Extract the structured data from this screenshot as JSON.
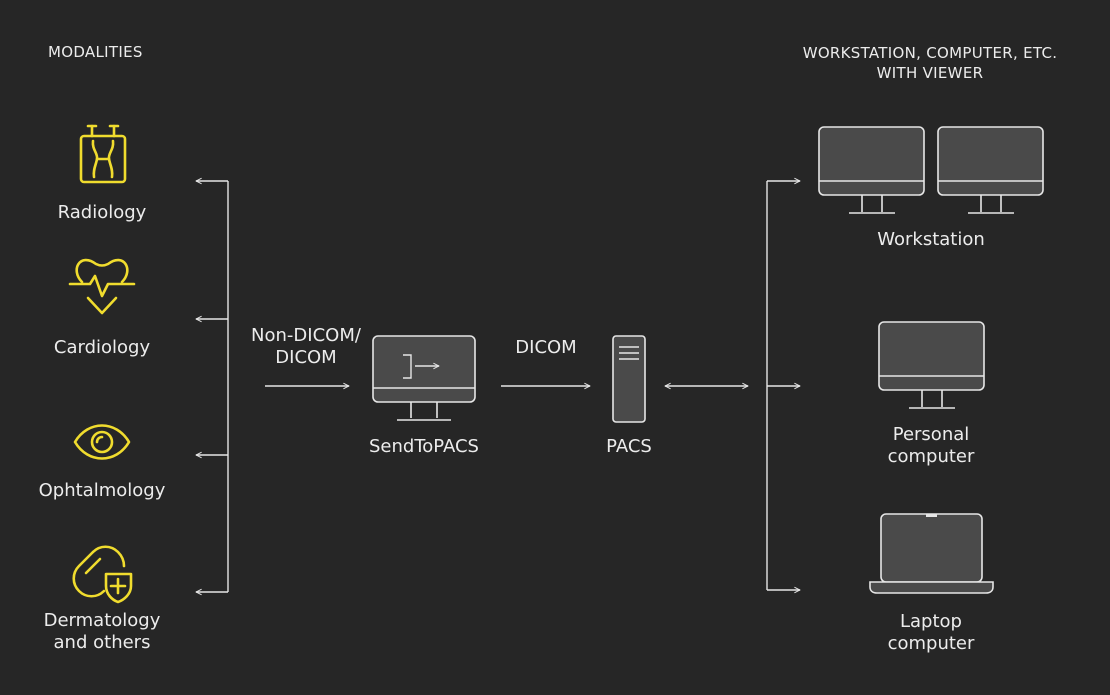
{
  "headers": {
    "modalities": "MODALITIES",
    "viewer": "WORKSTATION, COMPUTER, ETC.\nWITH VIEWER"
  },
  "modalities": [
    {
      "label": "Radiology",
      "icon": "radiology-icon"
    },
    {
      "label": "Cardiology",
      "icon": "cardiology-icon"
    },
    {
      "label": "Ophtalmology",
      "icon": "ophthalmology-icon"
    },
    {
      "label": "Dermatology\nand others",
      "icon": "dermatology-icon"
    }
  ],
  "center": {
    "input_label": "Non-DICOM/\nDICOM",
    "sendtopacs_label": "SendToPACS",
    "dicom_label": "DICOM",
    "pacs_label": "PACS"
  },
  "viewers": [
    {
      "label": "Workstation",
      "icon": "dual-monitor-icon"
    },
    {
      "label": "Personal\ncomputer",
      "icon": "monitor-icon"
    },
    {
      "label": "Laptop\ncomputer",
      "icon": "laptop-icon"
    }
  ],
  "colors": {
    "background": "#262626",
    "line": "#e6e6e6",
    "accent": "#f0dc2e",
    "screen": "#4a4a4a",
    "text": "#ececec"
  }
}
